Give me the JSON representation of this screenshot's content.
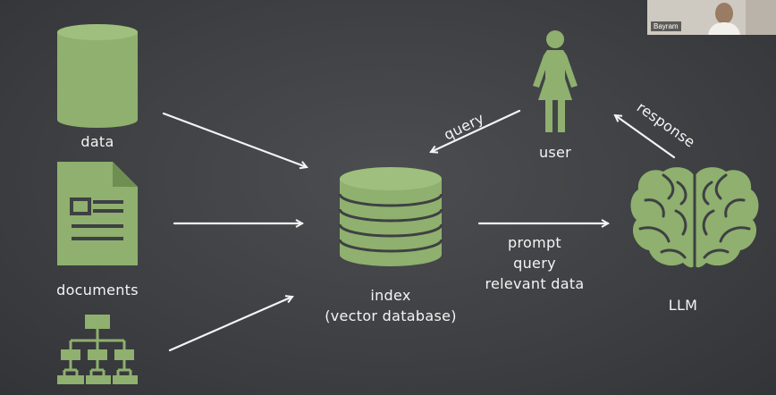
{
  "colors": {
    "accent": "#8fb06e",
    "chalk": "#f4f4f4",
    "board": "#3e4043"
  },
  "nodes": {
    "data": {
      "label": "data",
      "icon": "database-cylinder-icon"
    },
    "documents": {
      "label": "documents",
      "icon": "document-icon"
    },
    "hierarchy": {
      "label": "",
      "icon": "org-chart-icon"
    },
    "index": {
      "label": "index\n(vector database)",
      "icon": "stacked-database-icon"
    },
    "user": {
      "label": "user",
      "icon": "user-figure-icon"
    },
    "llm": {
      "label": "LLM",
      "icon": "brain-icon"
    }
  },
  "edges": {
    "query_label": "query",
    "response_label": "response",
    "prompt_label": "prompt\nquery\nrelevant data"
  },
  "video": {
    "participant_name": "Bayram"
  }
}
